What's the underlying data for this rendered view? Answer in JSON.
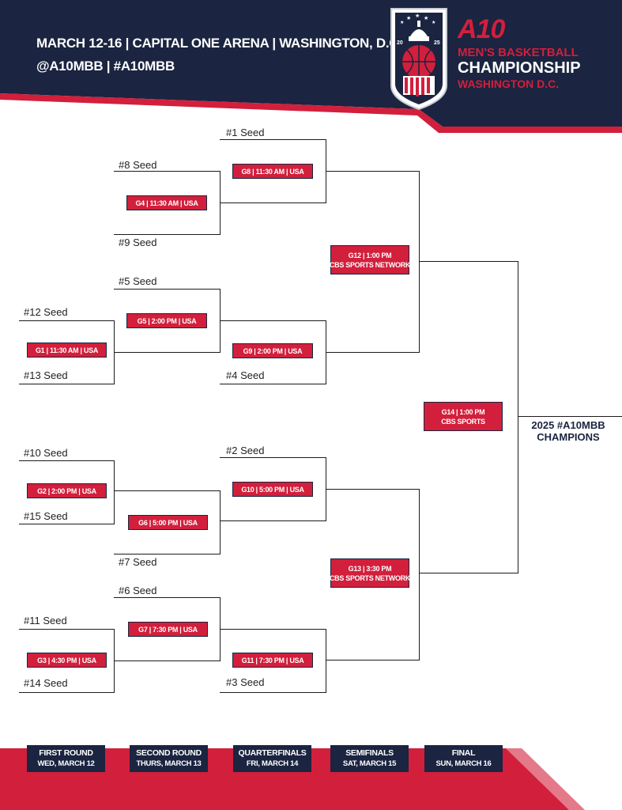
{
  "colors": {
    "navy": "#1b2440",
    "red": "#d21f3c"
  },
  "header": {
    "line1": "MARCH 12-16  |  CAPITAL ONE ARENA  |  WASHINGTON, D.C.",
    "line2": "@A10MBB  |  #A10MBB",
    "logo_year_left": "20",
    "logo_year_right": "25",
    "brand_mark": "A10",
    "brand_line1": "MEN'S BASKETBALL",
    "brand_line2": "CHAMPIONSHIP",
    "brand_line3": "WASHINGTON D.C."
  },
  "seeds": {
    "s1": "#1 Seed",
    "s2": "#2 Seed",
    "s3": "#3 Seed",
    "s4": "#4 Seed",
    "s5": "#5 Seed",
    "s6": "#6 Seed",
    "s7": "#7 Seed",
    "s8": "#8 Seed",
    "s9": "#9 Seed",
    "s10": "#10 Seed",
    "s11": "#11 Seed",
    "s12": "#12 Seed",
    "s13": "#13 Seed",
    "s14": "#14 Seed",
    "s15": "#15 Seed"
  },
  "games": {
    "g1": {
      "line1": "G1 | 11:30 AM | USA"
    },
    "g2": {
      "line1": "G2 | 2:00 PM | USA"
    },
    "g3": {
      "line1": "G3 | 4:30 PM | USA"
    },
    "g4": {
      "line1": "G4 | 11:30 AM | USA"
    },
    "g5": {
      "line1": "G5 | 2:00 PM | USA"
    },
    "g6": {
      "line1": "G6 | 5:00 PM | USA"
    },
    "g7": {
      "line1": "G7 | 7:30 PM | USA"
    },
    "g8": {
      "line1": "G8 | 11:30 AM | USA"
    },
    "g9": {
      "line1": "G9 | 2:00 PM | USA"
    },
    "g10": {
      "line1": "G10 | 5:00 PM | USA"
    },
    "g11": {
      "line1": "G11 | 7:30 PM | USA"
    },
    "g12": {
      "line1": "G12 | 1:00 PM",
      "line2": "CBS SPORTS NETWORK"
    },
    "g13": {
      "line1": "G13 | 3:30 PM",
      "line2": "CBS SPORTS NETWORK"
    },
    "g14": {
      "line1": "G14 | 1:00 PM",
      "line2": "CBS SPORTS"
    }
  },
  "champions": {
    "line1": "2025 #A10MBB",
    "line2": "CHAMPIONS"
  },
  "rounds": [
    {
      "name": "FIRST ROUND",
      "date": "WED, MARCH 12"
    },
    {
      "name": "SECOND ROUND",
      "date": "THURS, MARCH 13"
    },
    {
      "name": "QUARTERFINALS",
      "date": "FRI, MARCH 14"
    },
    {
      "name": "SEMIFINALS",
      "date": "SAT, MARCH 15"
    },
    {
      "name": "FINAL",
      "date": "SUN, MARCH 16"
    }
  ]
}
